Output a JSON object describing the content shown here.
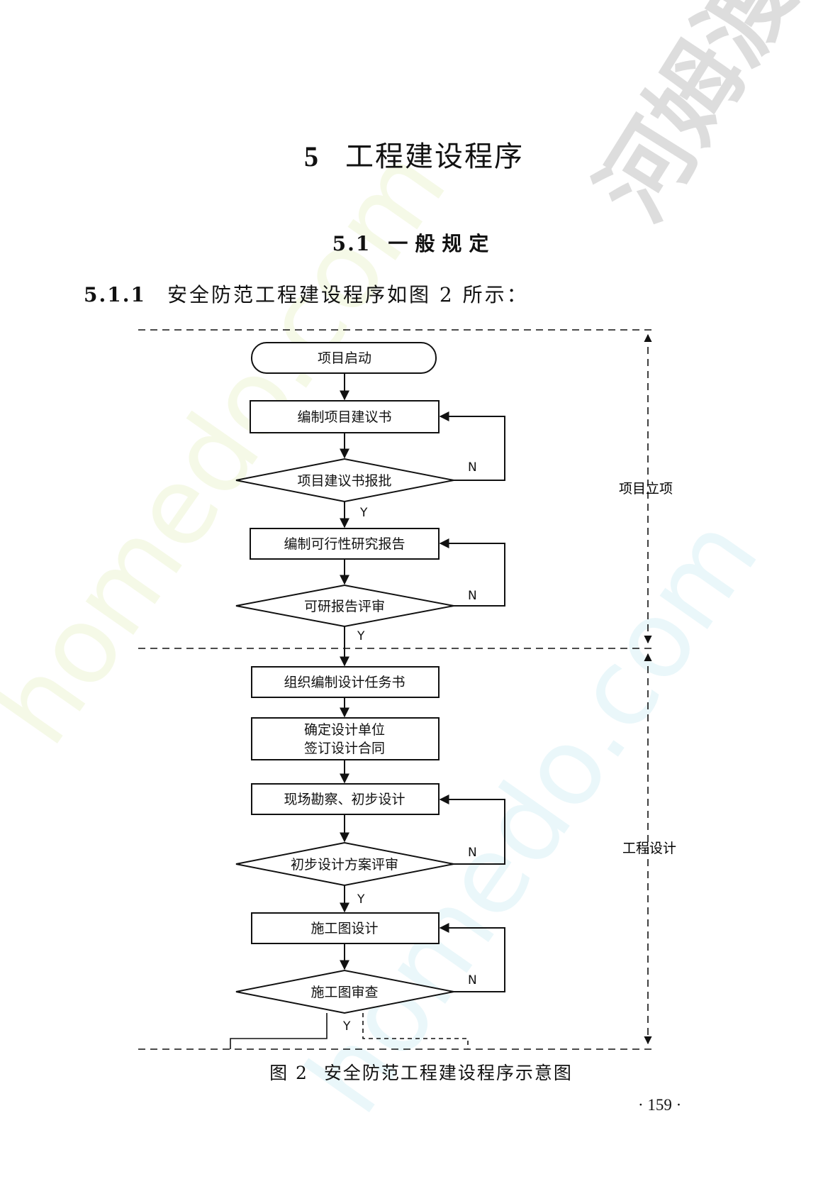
{
  "chapter": {
    "number": "5",
    "title": "工程建设程序"
  },
  "section": {
    "number": "5.1",
    "title": "一般规定"
  },
  "clause": {
    "number": "5.1.1",
    "text": "安全防范工程建设程序如图 2 所示："
  },
  "flowchart": {
    "phases": {
      "project_setup": "项目立项",
      "engineering_design": "工程设计"
    },
    "nodes": {
      "start": "项目启动",
      "proposal": "编制项目建议书",
      "proposal_approval": "项目建议书报批",
      "feasibility": "编制可行性研究报告",
      "feasibility_review": "可研报告评审",
      "design_task": "组织编制设计任务书",
      "design_unit_line1": "确定设计单位",
      "design_unit_line2": "签订设计合同",
      "survey": "现场勘察、初步设计",
      "prelim_review": "初步设计方案评审",
      "construction_drawing": "施工图设计",
      "drawing_review": "施工图审查"
    },
    "labels": {
      "yes": "Y",
      "no": "N"
    }
  },
  "caption": {
    "number": "图 2",
    "text": "安全防范工程建设程序示意图"
  },
  "page_number": "· 159 ·",
  "watermarks": {
    "cn": "河姆渡",
    "en": "homedo.com"
  }
}
